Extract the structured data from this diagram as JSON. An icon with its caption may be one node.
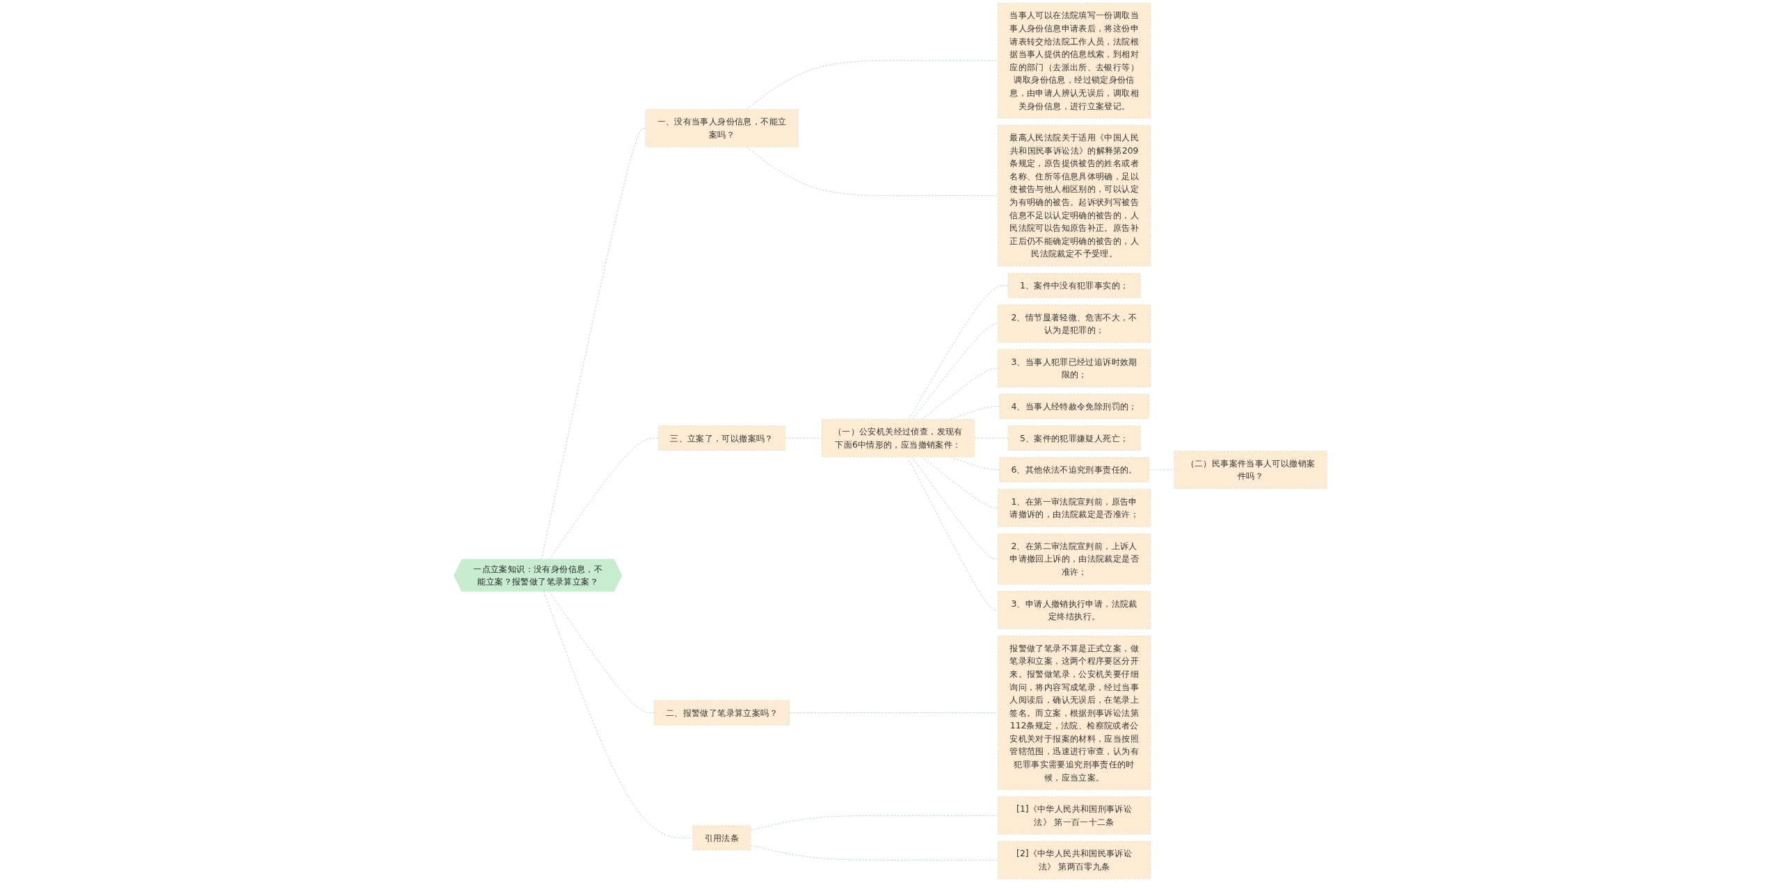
{
  "diagram": {
    "nodes": [
      {
        "text": [
          "一点立案知识：没有身份信息，不能立案？报警做了笔录算立案？"
        ]
      },
      {
        "text": [
          "一、没有当事人身份信息，不能立案吗？"
        ]
      },
      {
        "text": [
          "当事人可以在法院填写一份调取当事人身份信息申请表后，将这份申请表转交给法院工作人员，法院根据当事人提供的信息线索，到相对应的部门（去派出所、去银行等）调取身份信息，经过锁定身份信息，由申请人辨认无误后，调取相关身份信息，进行立案登记。"
        ]
      },
      {
        "text": [
          "最高人民法院关于适用《中国人民共和国民事诉讼法》的解释第209条规定，原告提供被告的姓名或者名称、住所等信息具体明确，足以使被告与他人相区别的，可以认定为有明确的被告。起诉状列写被告信息不足以认定明确的被告的，人民法院可以告知原告补正。原告补正后仍不能确定明确的被告的，人民法院裁定不予受理。"
        ]
      },
      {
        "text": [
          "三、立案了，可以撤案吗？"
        ]
      },
      {
        "text": [
          "（一）公安机关经过侦查，发现有下面6中情形的，应当撤销案件："
        ]
      },
      {
        "text": [
          "1、案件中没有犯罪事实的；"
        ]
      },
      {
        "text": [
          "2、情节显著轻微、危害不大，不认为是犯罪的；"
        ]
      },
      {
        "text": [
          "3、当事人犯罪已经过追诉时效期限的；"
        ]
      },
      {
        "text": [
          "4、当事人经特赦令免除刑罚的；"
        ]
      },
      {
        "text": [
          "5、案件的犯罪嫌疑人死亡；"
        ]
      },
      {
        "text": [
          "6、其他依法不追究刑事责任的。"
        ]
      },
      {
        "text": [
          "（二）民事案件当事人可以撤销案件吗？"
        ]
      },
      {
        "text": [
          "1、在第一审法院宣判前，原告申请撤诉的，由法院裁定是否准许；"
        ]
      },
      {
        "text": [
          "2、在第二审法院宣判前，上诉人申请撤回上诉的，由法院裁定是否准许；"
        ]
      },
      {
        "text": [
          "3、申请人撤销执行申请，法院裁定终结执行。"
        ]
      },
      {
        "text": [
          "二、报警做了笔录算立案吗？"
        ]
      },
      {
        "text": [
          "报警做了笔录不算是正式立案，做笔录和立案，这两个程序要区分开来。报警做笔录，公安机关要仔细询问，将内容写成笔录，经过当事人阅读后，确认无误后，在笔录上签名。而立案，根据刑事诉讼法第112条规定，法院、检察院或者公安机关对于报案的材料，应当按照管辖范围，迅速进行审查，认为有犯罪事实需要追究刑事责任的时候，应当立案。"
        ]
      },
      {
        "text": [
          "引用法条"
        ]
      },
      {
        "text": [
          "[1]《中华人民共和国刑事诉讼法》 第一百一十二条"
        ]
      },
      {
        "text": [
          "[2]《中华人民共和国民事诉讼法》 第两百零九条"
        ]
      }
    ],
    "edges": [
      {
        "from": 0,
        "to": 1,
        "arrow": "none",
        "style": "dashed"
      },
      {
        "from": 1,
        "to": 2,
        "arrow": "none",
        "style": "dashed"
      },
      {
        "from": 1,
        "to": 3,
        "arrow": "none",
        "style": "dashed"
      },
      {
        "from": 0,
        "to": 4,
        "arrow": "none",
        "style": "dashed"
      },
      {
        "from": 4,
        "to": 5,
        "arrow": "none",
        "style": "dashed"
      },
      {
        "from": 5,
        "to": 6,
        "arrow": "none",
        "style": "dashed"
      },
      {
        "from": 5,
        "to": 7,
        "arrow": "none",
        "style": "dashed"
      },
      {
        "from": 5,
        "to": 8,
        "arrow": "none",
        "style": "dashed"
      },
      {
        "from": 5,
        "to": 9,
        "arrow": "none",
        "style": "dashed"
      },
      {
        "from": 5,
        "to": 10,
        "arrow": "none",
        "style": "dashed"
      },
      {
        "from": 5,
        "to": 11,
        "arrow": "none",
        "style": "dashed"
      },
      {
        "from": 11,
        "to": 12,
        "arrow": "none",
        "style": "dashed"
      },
      {
        "from": 5,
        "to": 13,
        "arrow": "none",
        "style": "dashed"
      },
      {
        "from": 5,
        "to": 14,
        "arrow": "none",
        "style": "dashed"
      },
      {
        "from": 5,
        "to": 15,
        "arrow": "none",
        "style": "dashed"
      },
      {
        "from": 0,
        "to": 16,
        "arrow": "none",
        "style": "dashed"
      },
      {
        "from": 16,
        "to": 17,
        "arrow": "none",
        "style": "dashed"
      },
      {
        "from": 0,
        "to": 18,
        "arrow": "none",
        "style": "dashed"
      },
      {
        "from": 18,
        "to": 19,
        "arrow": "none",
        "style": "dashed"
      },
      {
        "from": 18,
        "to": 20,
        "arrow": "none",
        "style": "dashed"
      }
    ]
  }
}
